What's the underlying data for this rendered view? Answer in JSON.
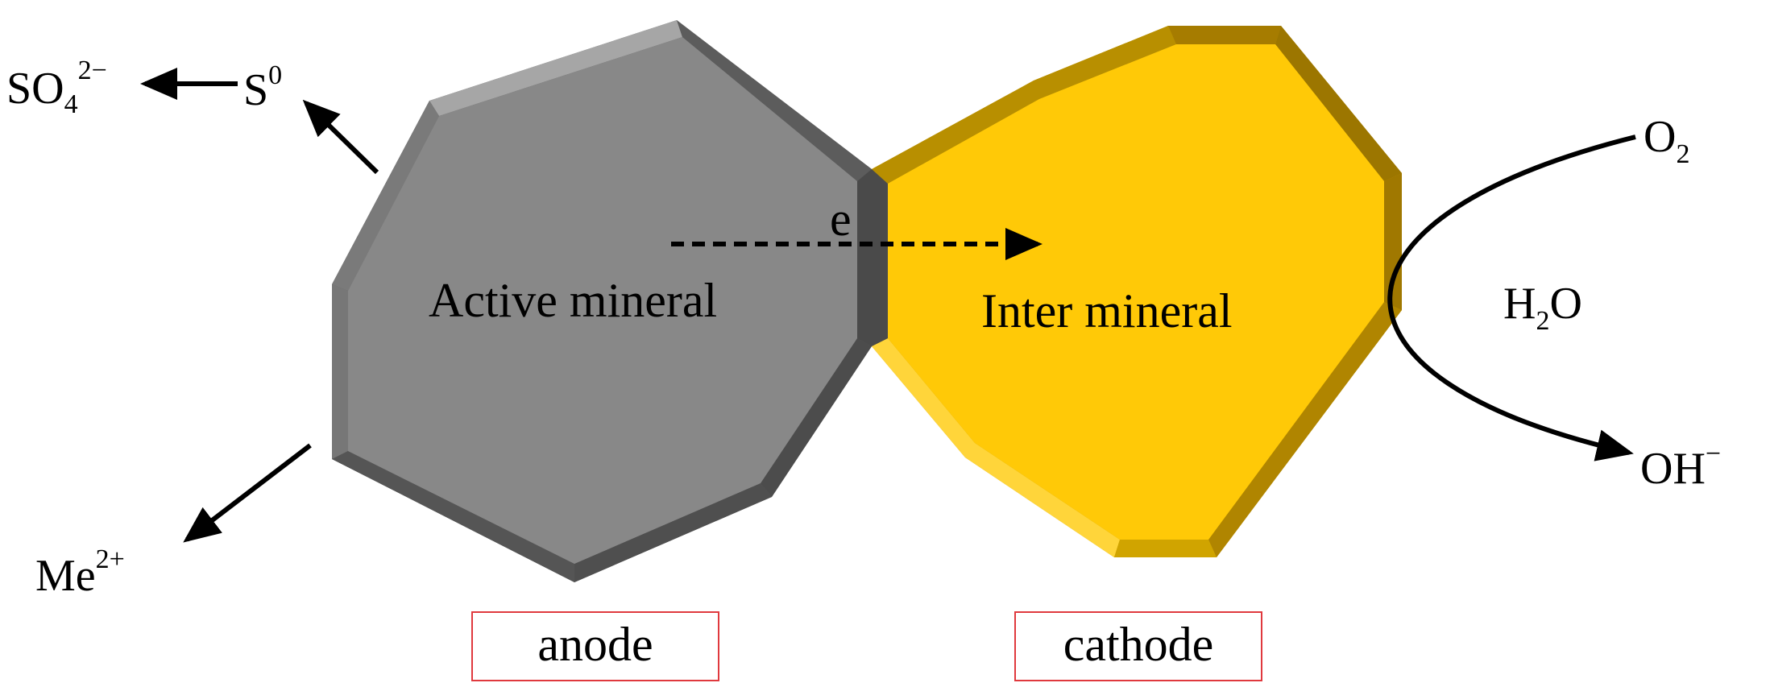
{
  "anode_mineral": {
    "label": "Active mineral",
    "colors": {
      "face": "#888888",
      "bevel_light": "#a6a6a6",
      "bevel_mid": "#777777",
      "bevel_dark": "#4f4f4f"
    }
  },
  "cathode_mineral": {
    "label": "Inter mineral",
    "colors": {
      "face": "#ffc907",
      "bevel_light": "#ffd53a",
      "bevel_mid": "#c89b00",
      "bevel_dark": "#9c7600"
    }
  },
  "electron": {
    "label": "e"
  },
  "products_left": {
    "sulfate": {
      "base": "SO",
      "sub": "4",
      "sup": "2−"
    },
    "sulfur": {
      "base": "S",
      "sup": "0"
    },
    "metal_ion": {
      "base": "Me",
      "sup": "2+"
    }
  },
  "reaction_right": {
    "oxygen": {
      "base": "O",
      "sub": "2"
    },
    "water": {
      "base": "H",
      "sub": "2",
      "tail": "O"
    },
    "hydroxide": {
      "base": "OH",
      "sup": "−"
    }
  },
  "electrode_labels": {
    "anode": "anode",
    "cathode": "cathode",
    "box_border_color": "#e0393e"
  }
}
